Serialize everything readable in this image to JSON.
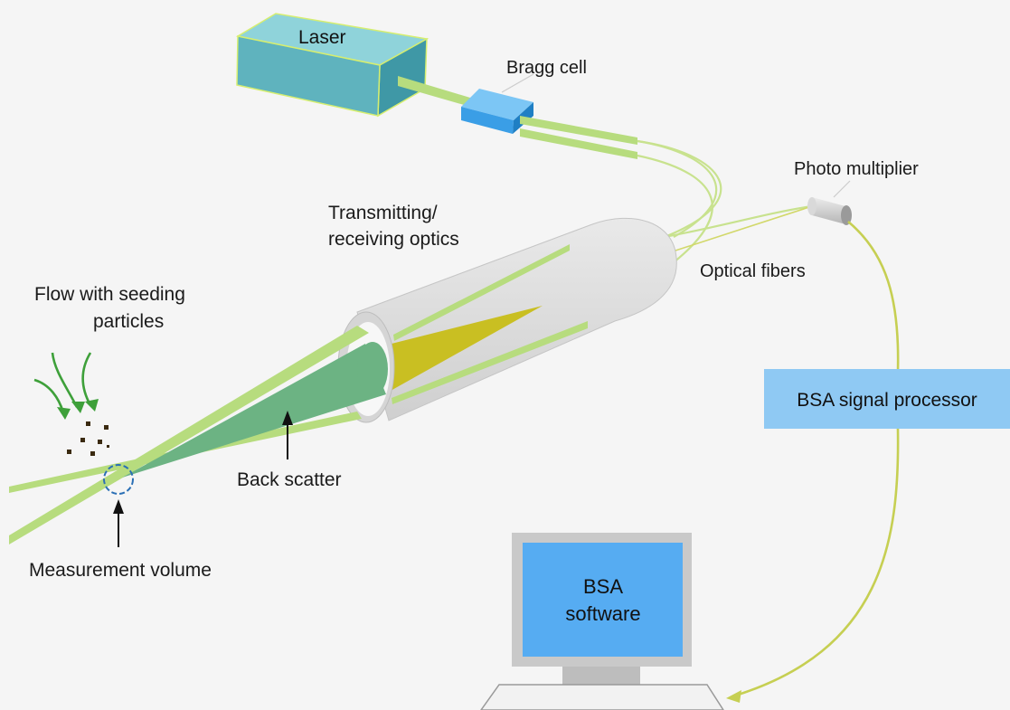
{
  "labels": {
    "laser": "Laser",
    "bragg_cell": "Bragg cell",
    "photo_multiplier": "Photo multiplier",
    "optics_line1": "Transmitting/",
    "optics_line2": "receiving optics",
    "optical_fibers": "Optical fibers",
    "flow_line1": "Flow with seeding",
    "flow_line2": "particles",
    "back_scatter": "Back scatter",
    "measurement_volume": "Measurement volume",
    "signal_processor": "BSA signal processor",
    "software_line1": "BSA",
    "software_line2": "software"
  },
  "colors": {
    "background": "#f5f5f5",
    "laser_front": "#5fb3be",
    "laser_top": "#8fd3da",
    "laser_side": "#3f98a6",
    "laser_edge": "#d6ee70",
    "beam": "#b7dc7e",
    "fiber": "#c8e28e",
    "bragg": "#3a9ee6",
    "processor": "#8fc9f3",
    "monitor_screen": "#56acf2",
    "monitor_frame": "#c9c9c9",
    "back_scatter_cone": "#6cb383",
    "receiving_cone": "#c9bf22",
    "flow_arrow": "#3ea03a",
    "signal_cable": "#c6cf52",
    "measurement_ring": "#2a6fb5",
    "particle": "#3a2a10"
  }
}
